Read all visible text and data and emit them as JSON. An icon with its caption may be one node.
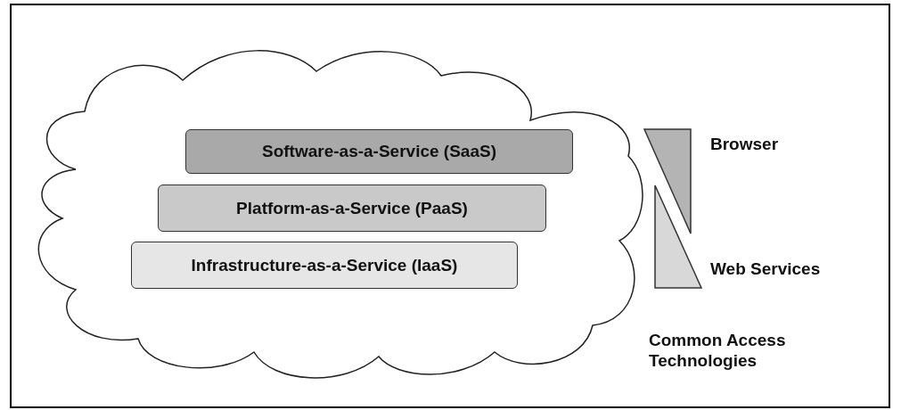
{
  "diagram": {
    "nodes": [
      {
        "text": [],
        "shape": "cloud"
      },
      {
        "text": [
          "Software-as-a-Service (SaaS)"
        ],
        "in": 0
      },
      {
        "text": [
          "Platform-as-a-Service (PaaS)"
        ],
        "in": 0
      },
      {
        "text": [
          "Infrastructure-as-a-Service (IaaS)"
        ],
        "in": 0
      }
    ],
    "labels": [
      "Browser",
      "Web Services",
      "Common Access Technologies"
    ]
  }
}
